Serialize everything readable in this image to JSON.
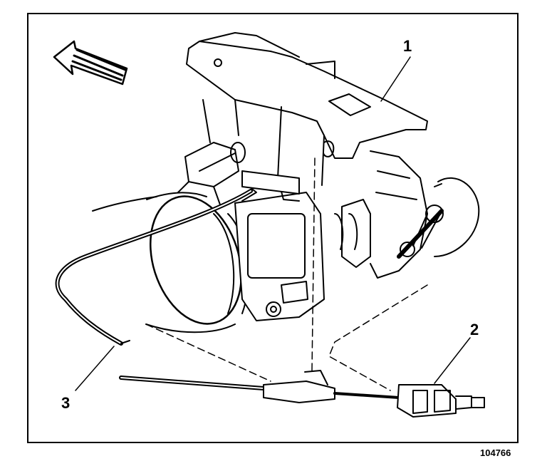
{
  "diagram": {
    "callouts": {
      "c1": "1",
      "c2": "2",
      "c3": "3"
    },
    "figure_number": "104766"
  },
  "colors": {
    "ink": "#000000",
    "paper": "#ffffff"
  }
}
